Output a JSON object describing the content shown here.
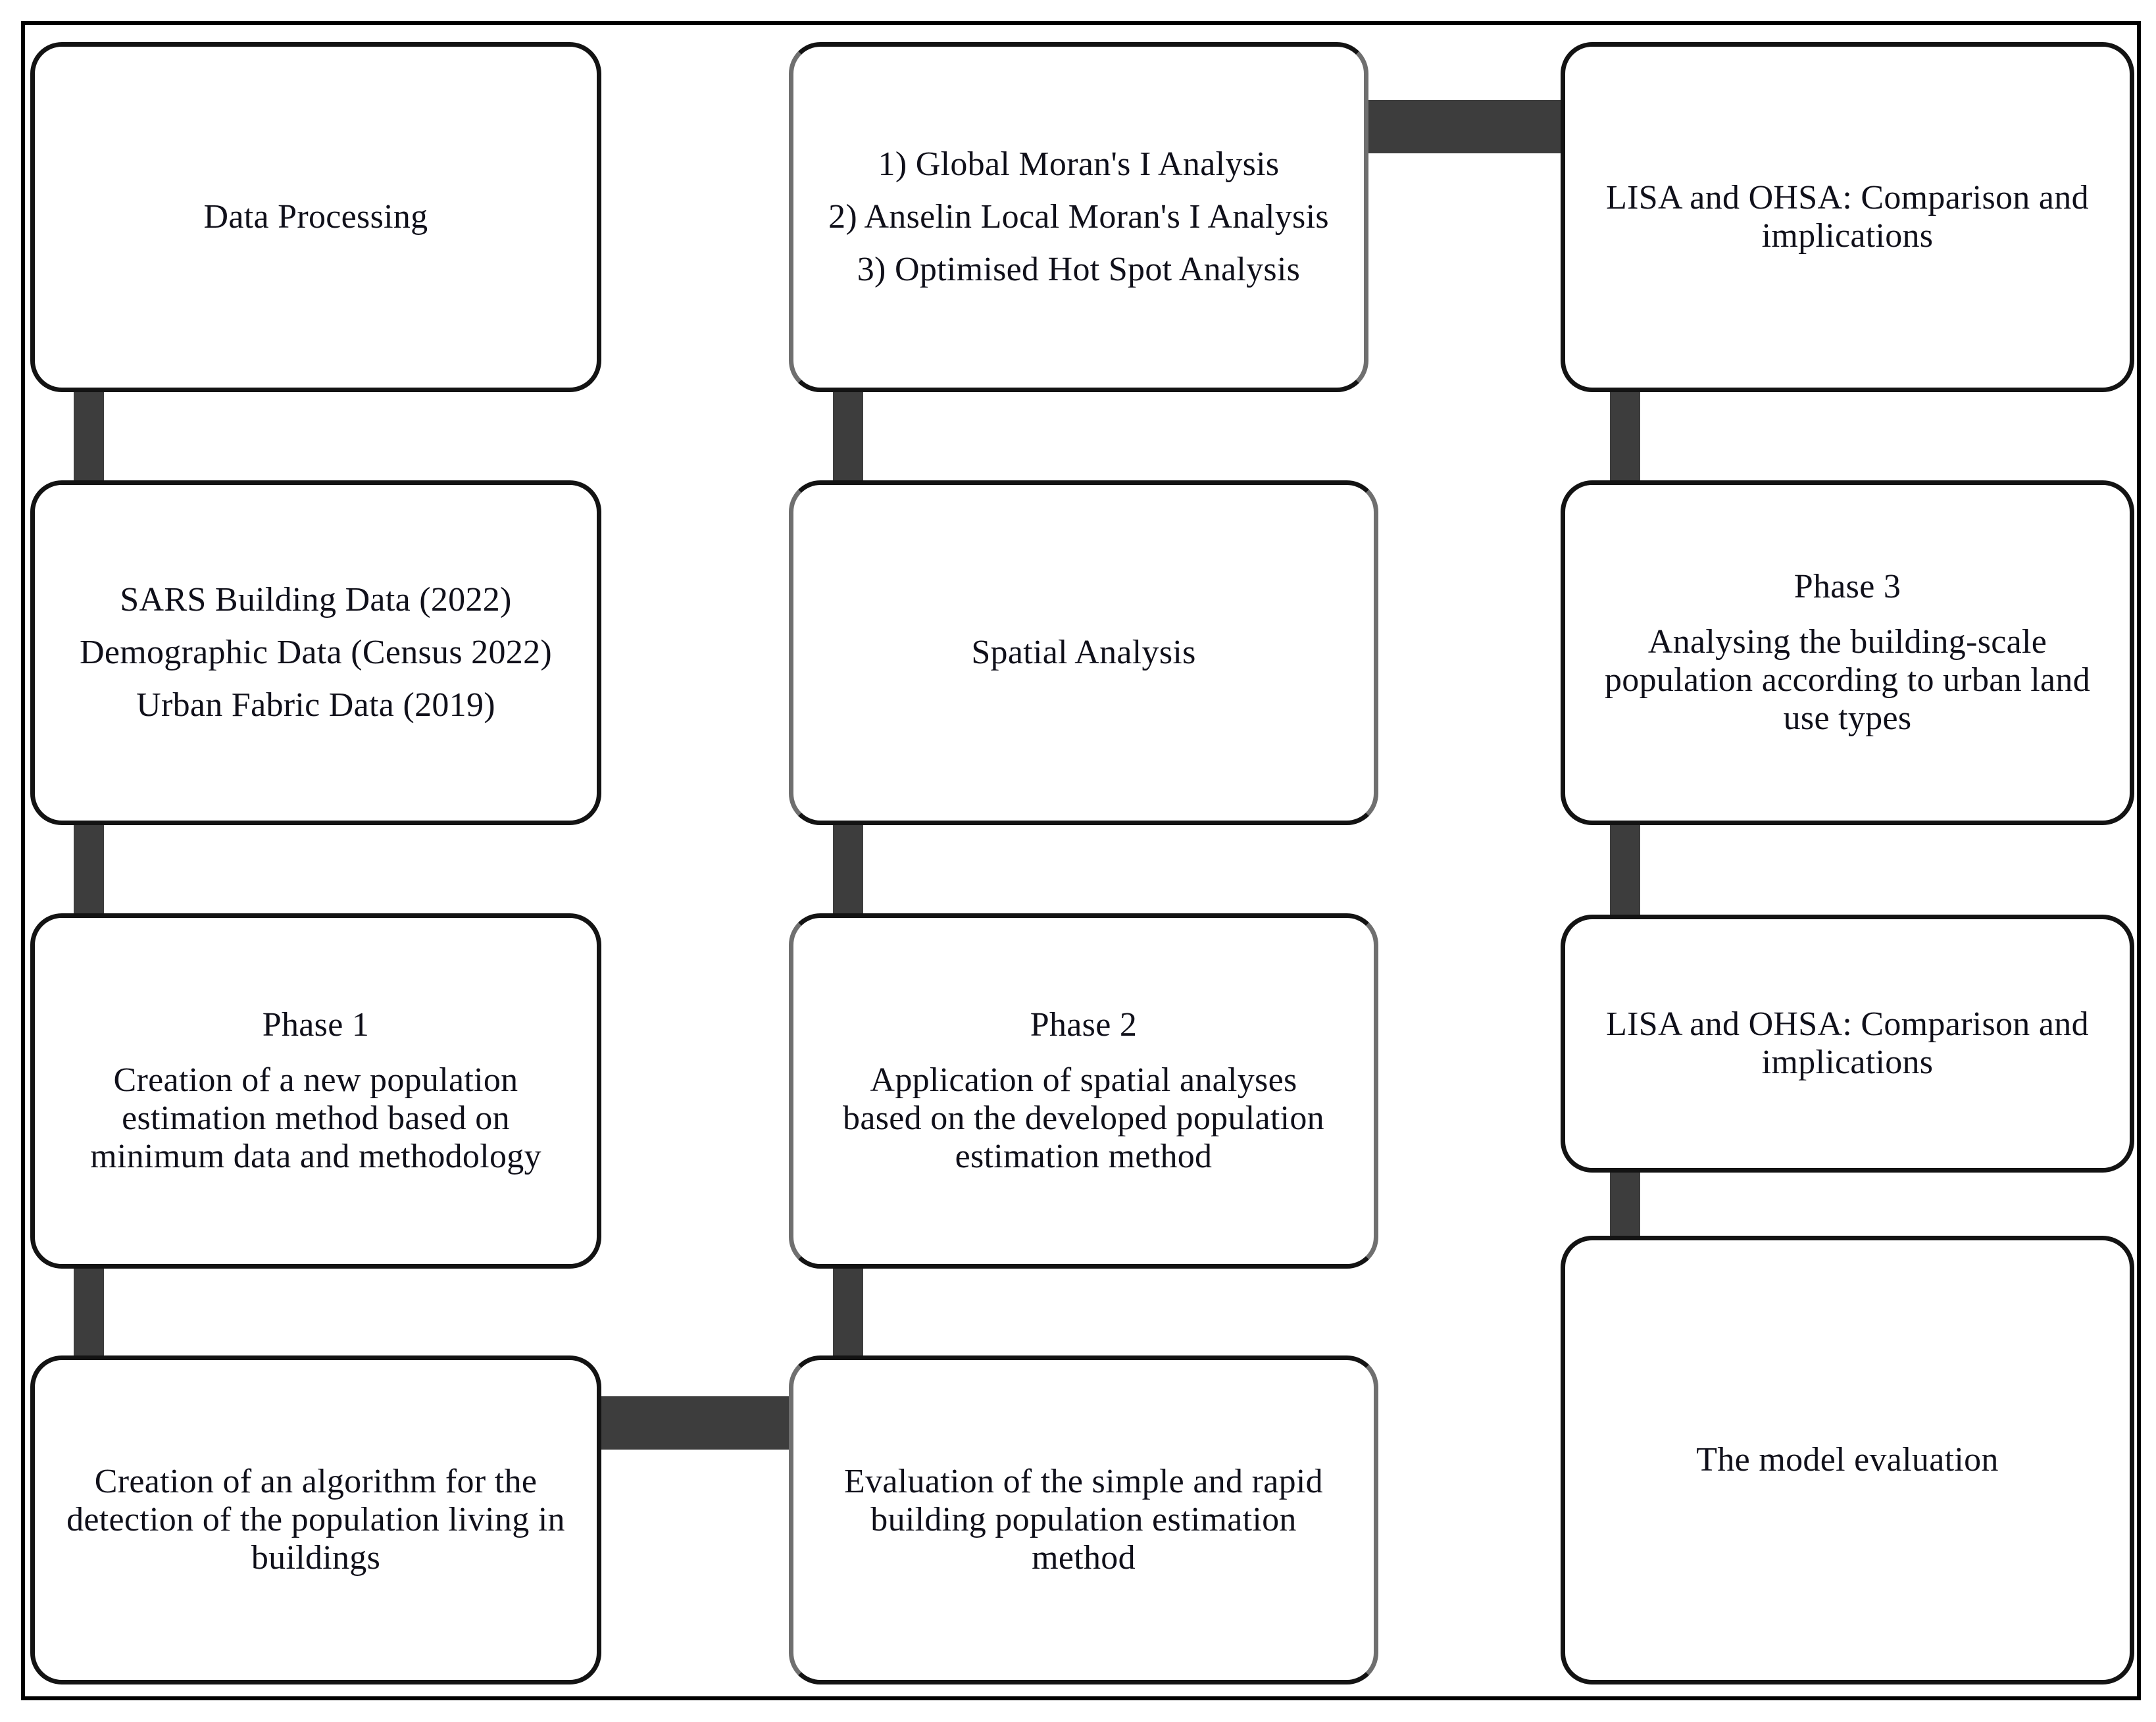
{
  "figure": {
    "type": "flowchart",
    "colors": {
      "background": "#ffffff",
      "frame_border": "#000000",
      "box_border": "#131313",
      "box_side_border": "#6f6f6f",
      "connector": "#3d3d3d",
      "text": "#10101a"
    },
    "boxes": {
      "l1": {
        "body": "Data Processing"
      },
      "l2": {
        "body": "SARS Building Data (2022)\nDemographic Data (Census 2022)\nUrban Fabric Data (2019)"
      },
      "l3": {
        "heading": "Phase 1",
        "body": "Creation of a new population\nestimation method based on\nminimum data and methodology"
      },
      "l4": {
        "body": "Creation of an algorithm for the\ndetection of the population living in\nbuildings"
      },
      "m1": {
        "body": "1) Global Moran's I Analysis\n2) Anselin Local Moran's I Analysis\n3) Optimised Hot Spot Analysis"
      },
      "m2": {
        "body": "Spatial Analysis"
      },
      "m3": {
        "heading": "Phase 2",
        "body": "Application of spatial analyses\nbased on the developed population\nestimation method"
      },
      "m4": {
        "body": "Evaluation of the simple and rapid\nbuilding population estimation\nmethod"
      },
      "r1": {
        "body": "LISA and OHSA: Comparison and\nimplications"
      },
      "r2": {
        "heading": "Phase 3",
        "body": "Analysing the building-scale\npopulation according to urban land\nuse types"
      },
      "r3": {
        "body": "LISA and OHSA: Comparison and\nimplications"
      },
      "r4": {
        "body": "The model evaluation"
      }
    },
    "edges": [
      "l1-l2",
      "l2-l3",
      "l3-l4",
      "m1-m2",
      "m2-m3",
      "m3-m4",
      "r1-r2",
      "r2-r3",
      "r3-r4",
      "m1-r1",
      "l4-m4"
    ]
  }
}
